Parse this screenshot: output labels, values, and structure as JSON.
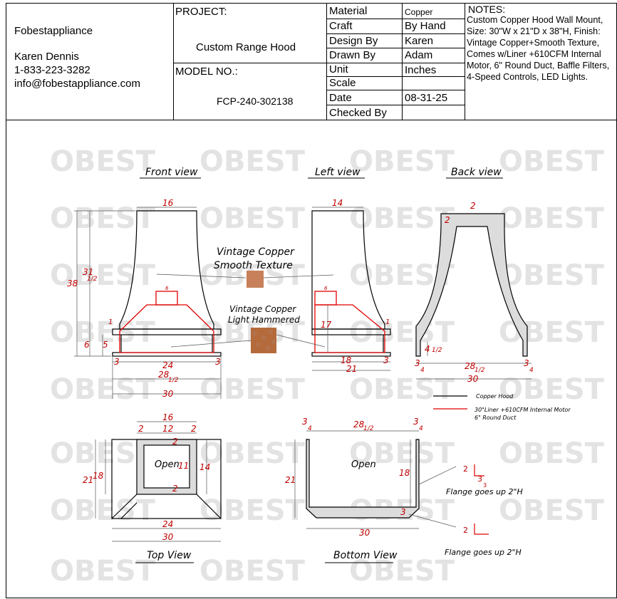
{
  "company": {
    "name": "Fobestappliance",
    "contact_name": "Karen Dennis",
    "phone": "1-833-223-3282",
    "email": "info@fobestappliance.com"
  },
  "project": {
    "label": "PROJECT:",
    "value": "Custom Range Hood",
    "model_label": "MODEL NO.:",
    "model_value": "FCP-240-302138"
  },
  "specs": {
    "material_label": "Material",
    "material_value": "Copper",
    "craft_label": "Craft",
    "craft_value": "By Hand",
    "design_label": "Design By",
    "design_value": "Karen",
    "drawn_label": "Drawn By",
    "drawn_value": "Adam",
    "unit_label": "Unit",
    "unit_value": "Inches",
    "scale_label": "Scale",
    "scale_value": "",
    "date_label": "Date",
    "date_value": "08-31-25",
    "checked_label": "Checked By",
    "checked_value": ""
  },
  "notes": {
    "title": "NOTES:",
    "text": "Custom Copper Hood Wall Mount, Size: 30\"W x 21\"D x 38\"H, Finish: Vintage Copper+Smooth Texture, Comes w/Liner +610CFM  Internal Motor, 6\" Round Duct, Baffle Filters, 4-Speed Controls, LED Lights."
  },
  "watermark": "OBEST",
  "views": {
    "front": "Front view",
    "left": "Left view",
    "back": "Back view",
    "top": "Top View",
    "bottom": "Bottom View"
  },
  "finish_labels": {
    "smooth_l1": "Vintage Copper",
    "smooth_l2": "Smooth Texture",
    "hammered_l1": "Vintage Copper",
    "hammered_l2": "Light Hammered"
  },
  "legend": {
    "copper": "Copper Hood",
    "liner_l1": "30\"Liner +610CFM Internal Motor",
    "liner_l2": "6\" Round Duct",
    "colors": {
      "copper_line": "#000000",
      "liner_line": "#e00000"
    }
  },
  "misc": {
    "open": "Open",
    "flange": "Flange goes up 2\"H"
  },
  "dims": {
    "front": {
      "top": "16",
      "height": "38",
      "upper": "31",
      "frac": "1/2",
      "lower": "6",
      "band": "5",
      "tick": "1",
      "liner_w": "24",
      "side": "3",
      "inner": "28",
      "overall": "30",
      "duct": "6"
    },
    "left": {
      "top": "14",
      "liner_h": "17",
      "liner_d": "18",
      "overall": "21",
      "side": "3",
      "tick": "1",
      "duct": "6"
    },
    "back": {
      "corner": "2",
      "flange": "4",
      "inner": "28",
      "overall": "30",
      "side": "3",
      "quarter": "4"
    },
    "top": {
      "top": "16",
      "left": "2",
      "mid": "12",
      "right": "2",
      "open_h": "11",
      "depth_in": "18",
      "depth": "21",
      "right_h": "14",
      "front_d": "2",
      "inner": "24",
      "overall": "30"
    },
    "bottom": {
      "inner": "28",
      "side": "3",
      "quarter": "4",
      "depth": "21",
      "liner": "18",
      "front": "3",
      "overall": "30",
      "flange_a": "2",
      "flange_b": "3",
      "flange_c": "2"
    }
  },
  "swatches": {
    "smooth": "#c8805a",
    "hammered": "#b56a3c"
  }
}
